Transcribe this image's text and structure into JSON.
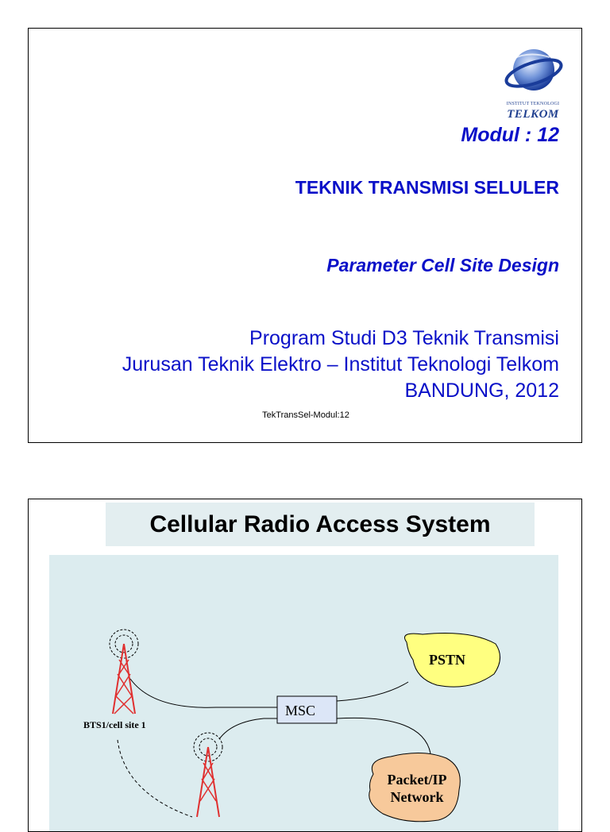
{
  "slide1": {
    "logo": {
      "small_text": "INSTITUT TEKNOLOGI",
      "big_text": "TELKOM"
    },
    "module": "Modul  : 12",
    "title": "TEKNIK TRANSMISI SELULER",
    "subtitle": "Parameter Cell Site Design",
    "program": [
      "Program Studi D3 Teknik Transmisi",
      "Jurusan Teknik Elektro – Institut Teknologi Telkom",
      "BANDUNG, 2012"
    ],
    "footer": "TekTransSel-Modul:12"
  },
  "slide2": {
    "title": "Cellular Radio Access System",
    "diagram": {
      "pstn": "PSTN",
      "msc": "MSC",
      "bts1": "BTS1/cell site 1",
      "packet_line1": "Packet/IP",
      "packet_line2": "Network",
      "colors": {
        "pstn_fill": "#ffff80",
        "packet_fill": "#f7c99b",
        "msc_fill": "#dce6f7",
        "tower": "#e03030"
      }
    }
  }
}
